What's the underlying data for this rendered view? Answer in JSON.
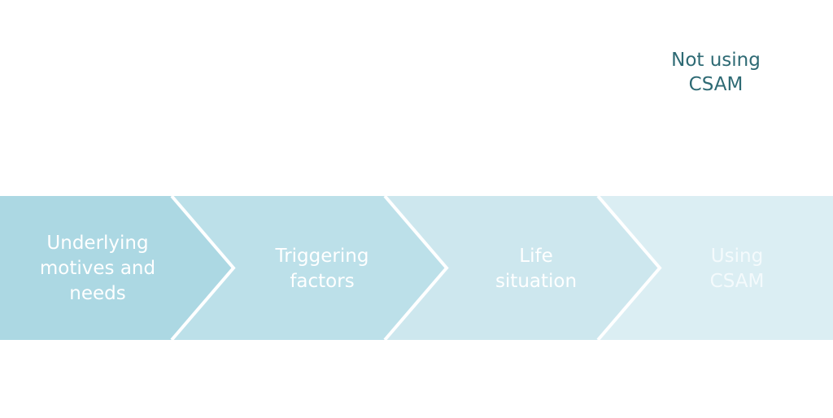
{
  "colors": {
    "background": "#ffffff",
    "separator": "#ffffff",
    "stage_fills": [
      "#acd8e3",
      "#bce0e9",
      "#cde7ee",
      "#dbeef3"
    ],
    "stage_text": "#ffffff",
    "outcome_text": "#2e6a74"
  },
  "stages": [
    {
      "label": "Underlying\nmotives and\nneeds"
    },
    {
      "label": "Triggering\nfactors"
    },
    {
      "label": "Life\nsituation"
    },
    {
      "label": "Using\nCSAM"
    }
  ],
  "outcome": {
    "label": "Not using\nCSAM"
  }
}
